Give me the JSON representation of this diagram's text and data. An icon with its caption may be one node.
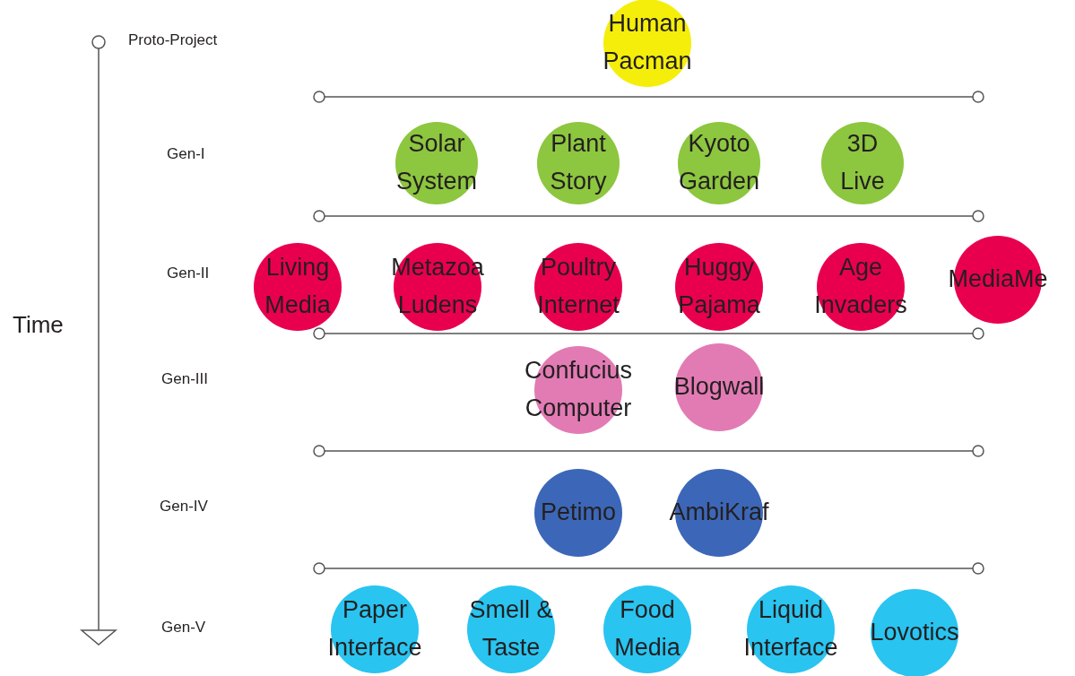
{
  "diagram": {
    "nodes": [
      {
        "text": [
          "Human Pacman"
        ]
      },
      {
        "text": [
          "Solar System"
        ]
      },
      {
        "text": [
          "Plant Story"
        ]
      },
      {
        "text": [
          "Kyoto Garden"
        ]
      },
      {
        "text": [
          "3D Live"
        ]
      },
      {
        "text": [
          "Living Media"
        ]
      },
      {
        "text": [
          "Metazoa Ludens"
        ]
      },
      {
        "text": [
          "Poultry Internet"
        ]
      },
      {
        "text": [
          "Huggy Pajama"
        ]
      },
      {
        "text": [
          "Age Invaders"
        ]
      },
      {
        "text": [
          "MediaMe"
        ]
      },
      {
        "text": [
          "Confucius Computer"
        ]
      },
      {
        "text": [
          "Blogwall"
        ]
      },
      {
        "text": [
          "Petimo"
        ]
      },
      {
        "text": [
          "AmbiKraf"
        ]
      },
      {
        "text": [
          "Paper Interface"
        ]
      },
      {
        "text": [
          "Smell & Taste"
        ]
      },
      {
        "text": [
          "Food Media"
        ]
      },
      {
        "text": [
          "Liquid Interface"
        ]
      },
      {
        "text": [
          "Lovotics"
        ]
      }
    ],
    "labels": [
      "Proto-Project",
      "Gen-I",
      "Gen-II",
      "Time",
      "Gen-III",
      "Gen-IV",
      "Gen-V"
    ]
  }
}
